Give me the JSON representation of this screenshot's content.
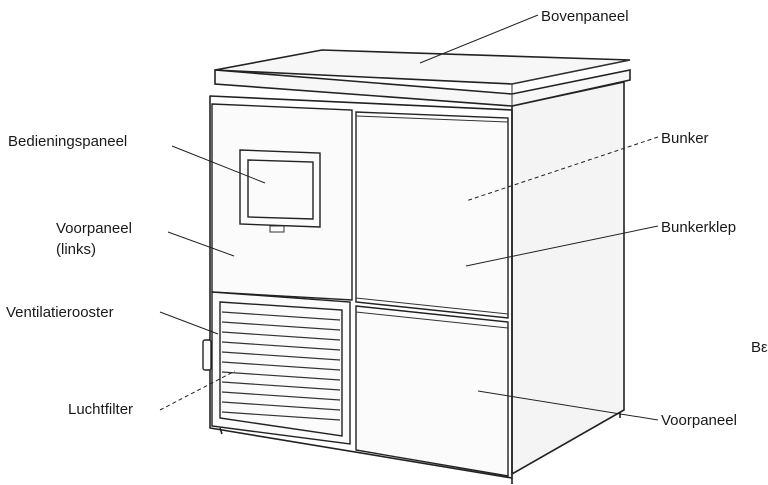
{
  "labels": {
    "top_panel": "Bovenpaneel",
    "control_panel": "Bedieningspaneel",
    "bin": "Bunker",
    "front_panel_left_line1": "Voorpaneel",
    "front_panel_left_line2": "(links)",
    "bin_door": "Bunkerklep",
    "vent_grille": "Ventilatierooster",
    "cut_off_label": "Bε",
    "air_filter": "Luchtfilter",
    "front_panel": "Voorpaneel"
  }
}
